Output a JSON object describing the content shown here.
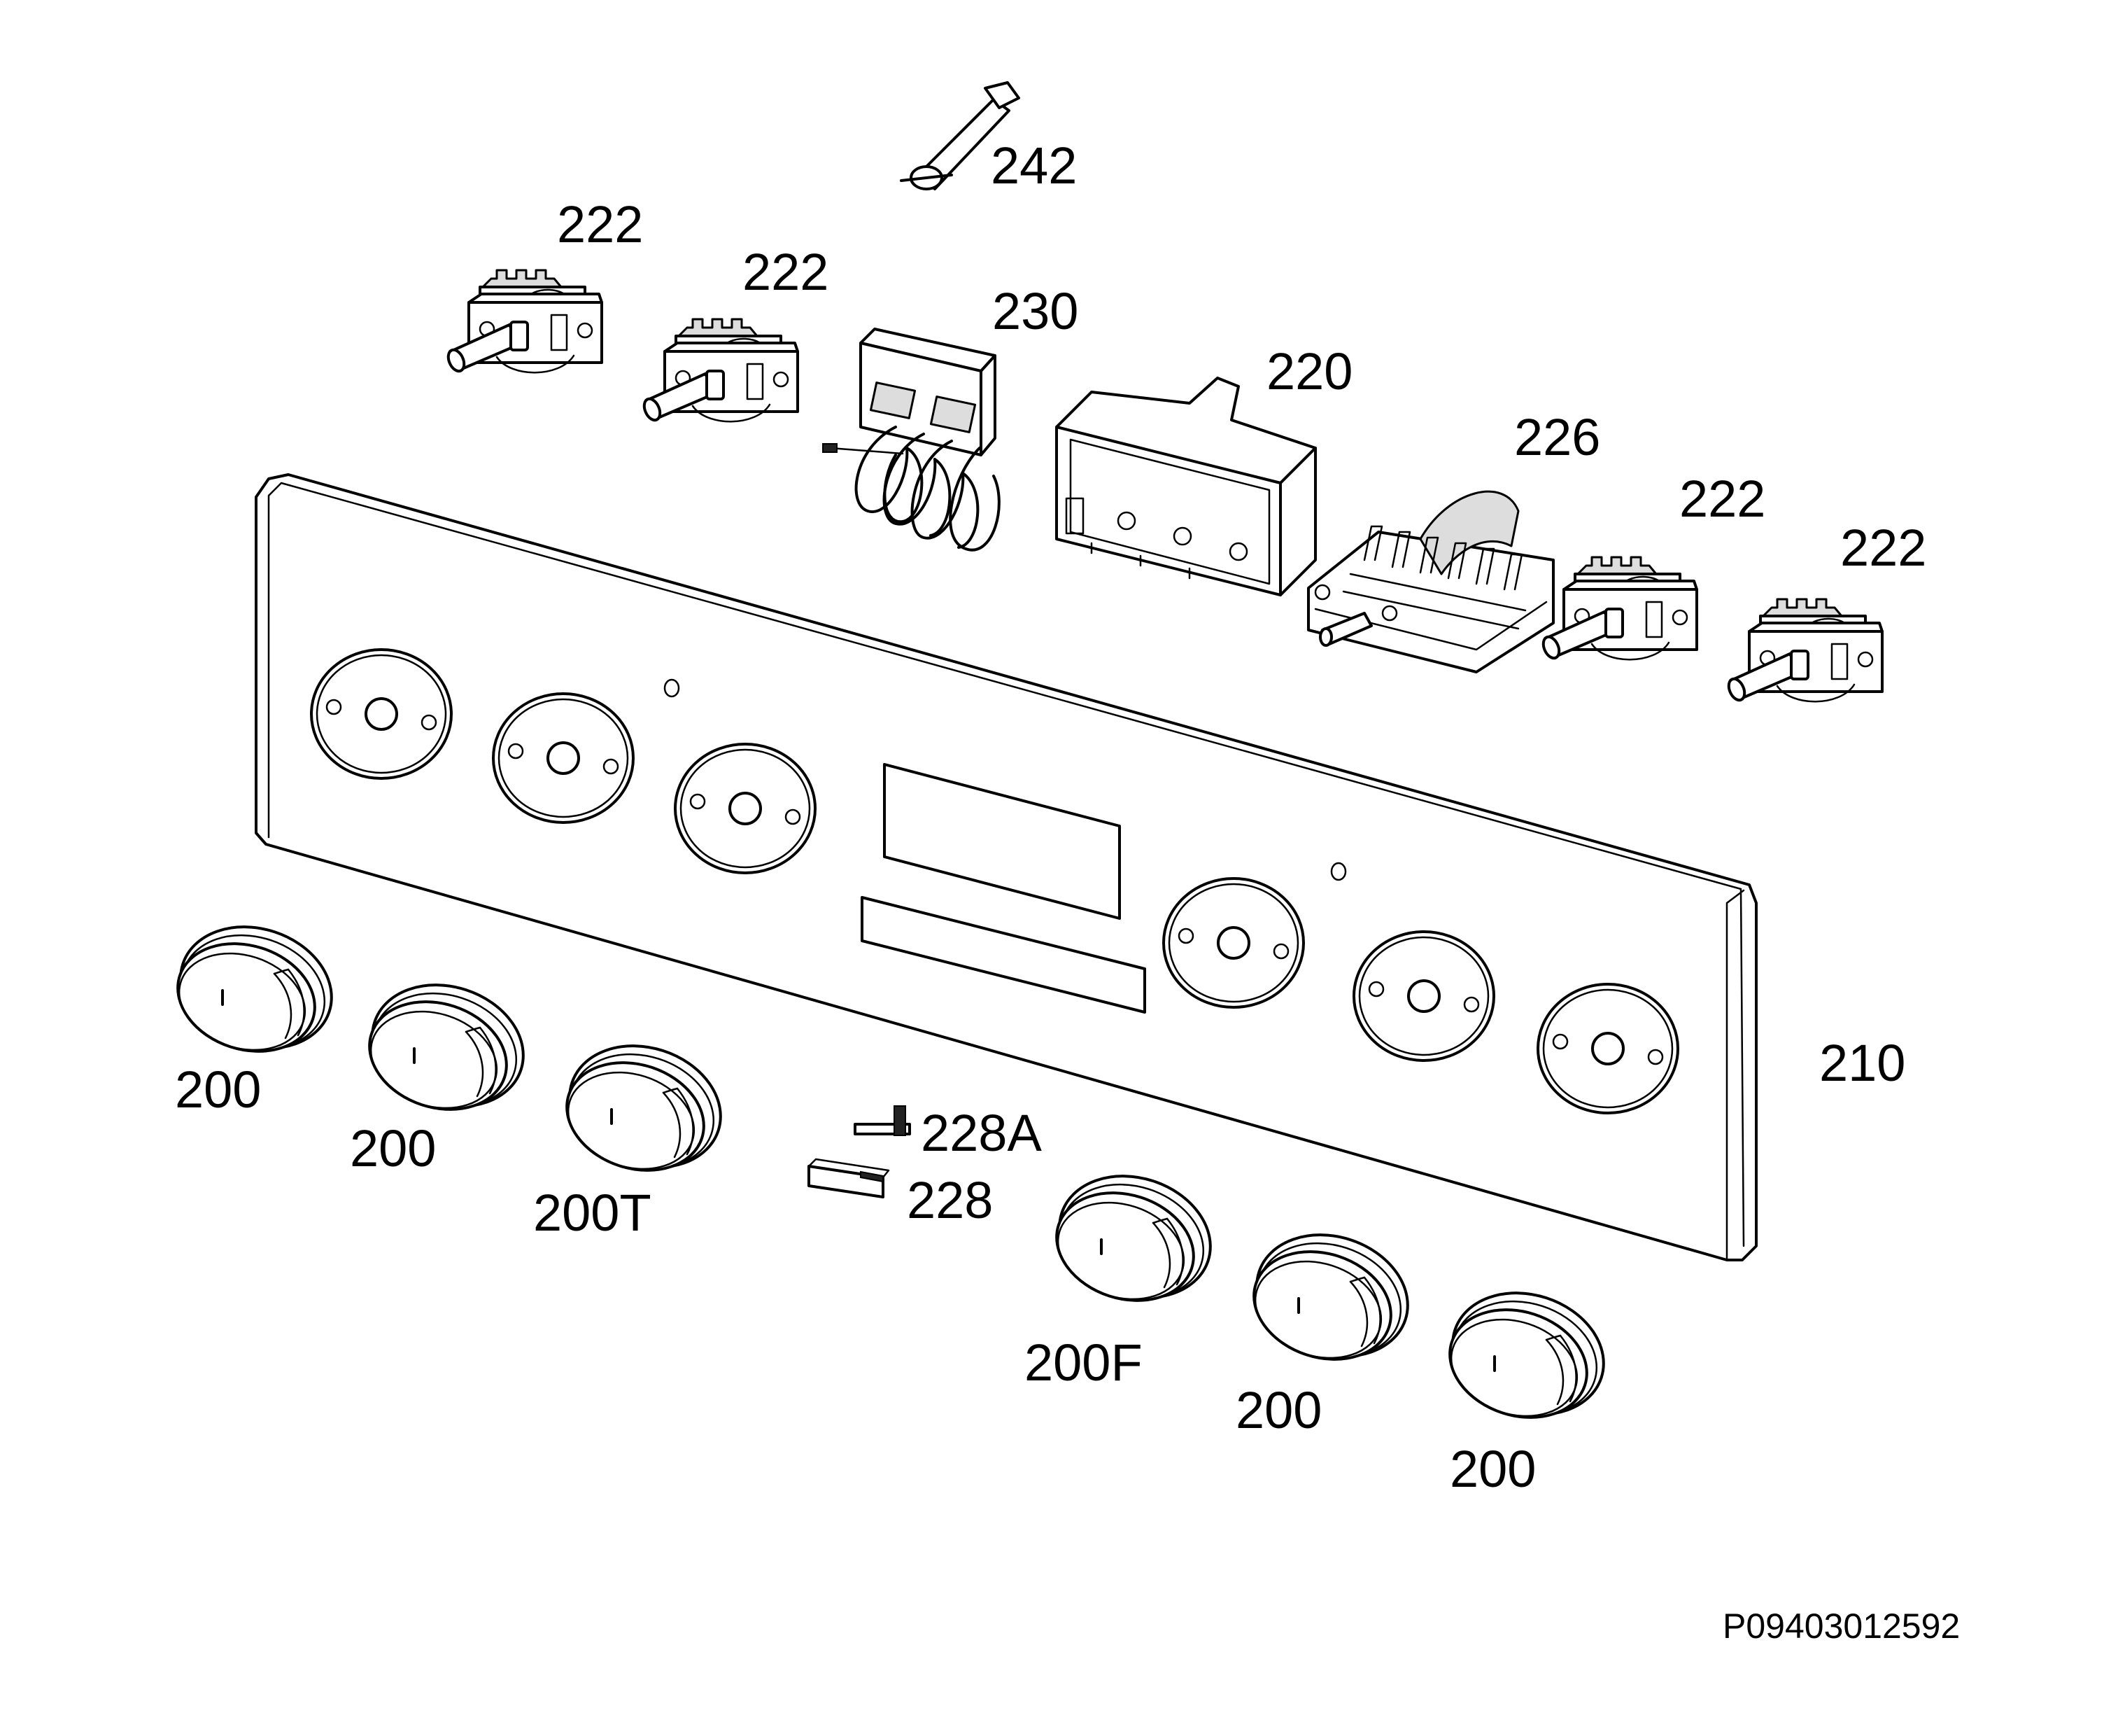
{
  "diagram": {
    "labels": {
      "p242": "242",
      "p222_a": "222",
      "p222_b": "222",
      "p230": "230",
      "p220": "220",
      "p226": "226",
      "p222_c": "222",
      "p222_d": "222",
      "p210": "210",
      "p200_a": "200",
      "p200_b": "200",
      "p200T": "200T",
      "p228A": "228A",
      "p228": "228",
      "p200F": "200F",
      "p200_c": "200",
      "p200_d": "200"
    },
    "drawing_code": "P09403012592"
  }
}
